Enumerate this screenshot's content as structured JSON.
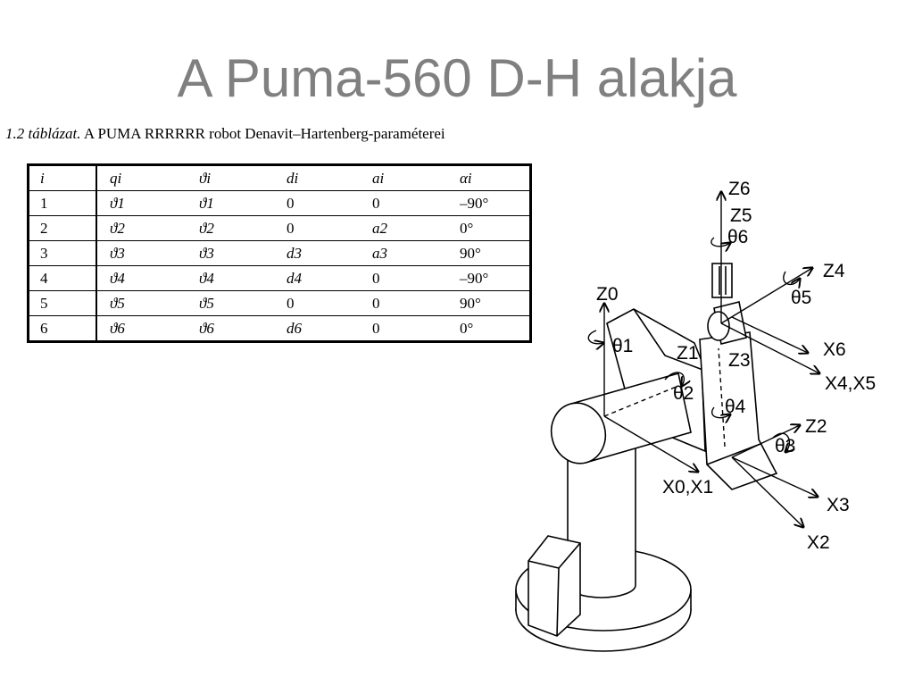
{
  "title": "A Puma-560 D-H alakja",
  "caption": {
    "number": "1.2 táblázat.",
    "text": "A PUMA RRRRRR robot Denavit–Hartenberg-paraméterei"
  },
  "table": {
    "headers": [
      "i",
      "qi",
      "ϑi",
      "di",
      "ai",
      "αi"
    ],
    "rows": [
      [
        "1",
        "ϑ1",
        "ϑ1",
        "0",
        "0",
        "–90°"
      ],
      [
        "2",
        "ϑ2",
        "ϑ2",
        "0",
        "a2",
        "0°"
      ],
      [
        "3",
        "ϑ3",
        "ϑ3",
        "d3",
        "a3",
        "90°"
      ],
      [
        "4",
        "ϑ4",
        "ϑ4",
        "d4",
        "0",
        "–90°"
      ],
      [
        "5",
        "ϑ5",
        "ϑ5",
        "0",
        "0",
        "90°"
      ],
      [
        "6",
        "ϑ6",
        "ϑ6",
        "d6",
        "0",
        "0°"
      ]
    ]
  },
  "diagram": {
    "labels": {
      "z6": "Z6",
      "z5": "Z5",
      "th6": "θ6",
      "z4": "Z4",
      "th5": "θ5",
      "z0": "Z0",
      "th1": "θ1",
      "z1": "Z1",
      "z3": "Z3",
      "x6": "X6",
      "x45": "X4,X5",
      "th2": "θ2",
      "th4": "θ4",
      "z2": "Z2",
      "th3": "θ3",
      "x01": "X0,X1",
      "x3": "X3",
      "x2": "X2"
    }
  }
}
